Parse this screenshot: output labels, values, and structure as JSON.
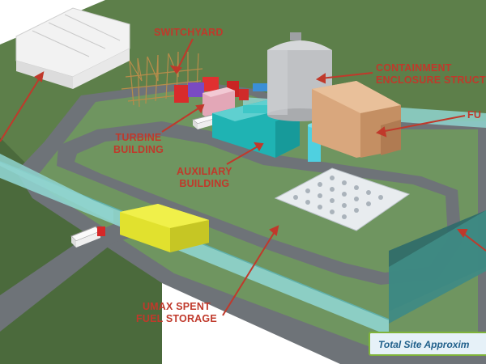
{
  "labels": {
    "switchyard": "SWITCHYARD",
    "containment_line1": "CONTAINMENT",
    "containment_line2": "ENCLOSURE STRUCT",
    "fuel_partial": "FU",
    "turbine_line1": "TURBINE",
    "turbine_line2": "BUILDING",
    "auxiliary_line1": "AUXILIARY",
    "auxiliary_line2": "BUILDING",
    "umax_line1": "UMAX SPENT",
    "umax_line2": "FUEL STORAGE"
  },
  "banner": {
    "text": "Total Site Approxim"
  },
  "colors": {
    "label_red": "#c0392b",
    "ground_green": "#5d7f4a",
    "inner_grass": "#6f9560",
    "road_gray": "#6e7378",
    "fence_teal": "#8fd4cf",
    "turbine_pink": "#e3a7b7",
    "auxiliary_cyan": "#1fb3b3",
    "containment_gray": "#c6c8cb",
    "fuel_building_tan": "#d9a77d",
    "umax_yellow": "#e1e12e",
    "banner_border": "#7fb33a"
  },
  "icons": [
    "truck-icon",
    "warehouse-icon",
    "switchyard-tower-icon",
    "storage-pad-icon"
  ]
}
